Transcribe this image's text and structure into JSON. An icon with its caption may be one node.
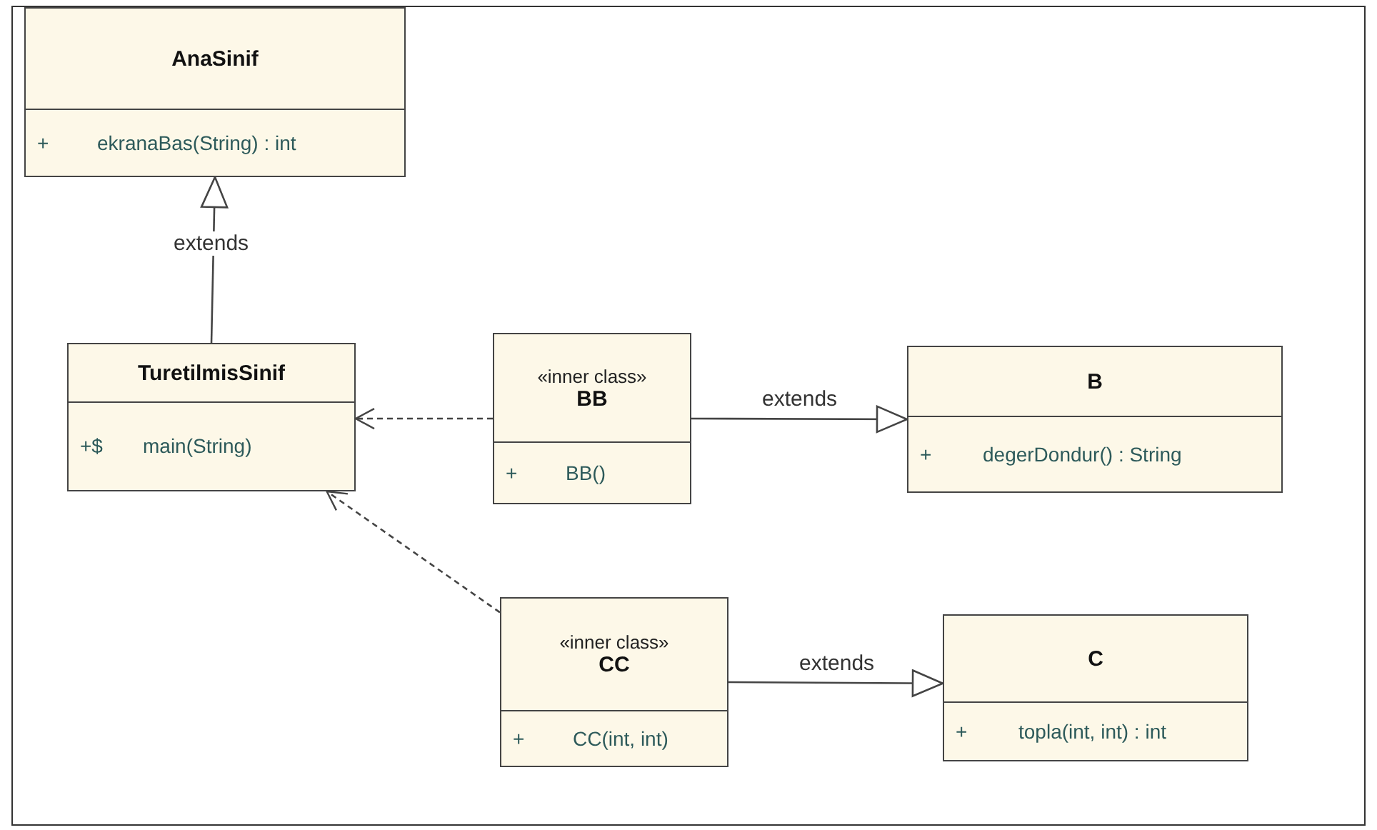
{
  "diagram": {
    "nodes": [
      {
        "text": [
          "AnaSinif",
          "+",
          "ekranaBas(String) : int"
        ]
      },
      {
        "text": [
          "TuretilmisSinif",
          "+$",
          "main(String)"
        ]
      },
      {
        "text": [
          "«inner class»",
          "BB",
          "+",
          "BB()"
        ]
      },
      {
        "text": [
          "B",
          "+",
          "degerDondur() : String"
        ]
      },
      {
        "text": [
          "«inner class»",
          "CC",
          "+",
          "CC(int, int)"
        ]
      },
      {
        "text": [
          "C",
          "+",
          "topla(int, int) : int"
        ]
      }
    ],
    "edges": [
      {
        "from": 1,
        "to": 0,
        "arrow": "to",
        "label": "extends"
      },
      {
        "from": 2,
        "to": 1,
        "arrow": "to",
        "style": "dashed"
      },
      {
        "from": 2,
        "to": 3,
        "arrow": "to",
        "label": "extends"
      },
      {
        "from": 4,
        "to": 1,
        "arrow": "to",
        "style": "dashed"
      },
      {
        "from": 4,
        "to": 5,
        "arrow": "to",
        "label": "extends"
      }
    ]
  }
}
